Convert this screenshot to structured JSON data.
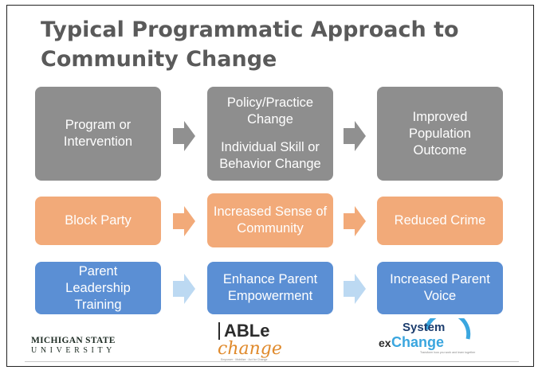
{
  "slide": {
    "title_line1": "Typical Programmatic Approach to",
    "title_line2": "Community Change"
  },
  "rows": {
    "header": {
      "col1": [
        "Program or",
        "Intervention"
      ],
      "col2_top": [
        "Policy/Practice",
        "Change"
      ],
      "col2_bottom": [
        "Individual Skill or",
        "Behavior Change"
      ],
      "col3": [
        "Improved",
        "Population",
        "Outcome"
      ]
    },
    "example1": {
      "col1": "Block Party",
      "col2": [
        "Increased Sense of",
        "Community"
      ],
      "col3": "Reduced Crime"
    },
    "example2": {
      "col1": [
        "Parent",
        "Leadership",
        "Training"
      ],
      "col2": [
        "Enhance Parent",
        "Empowerment"
      ],
      "col3": [
        "Increased Parent",
        "Voice"
      ]
    }
  },
  "logos": {
    "msu_line1": "MICHIGAN STATE",
    "msu_line2": "UNIVERSITY",
    "able_text": "ABLe",
    "able_sub": "change",
    "able_tagline": "Empower · Mobilize · Act for Change",
    "system_word": "System",
    "exchange_prefix": "ex",
    "exchange_word": "Change",
    "exchange_tagline": "Transform how you work and learn together"
  },
  "colors": {
    "gray_box": "#8e8e8e",
    "orange_box": "#f2aa79",
    "blue_box": "#5b8fd4",
    "gray_arrow": "#909090",
    "orange_arrow": "#f2aa79",
    "blue_arrow": "#bcd9f2",
    "title": "#5a5a5a"
  }
}
